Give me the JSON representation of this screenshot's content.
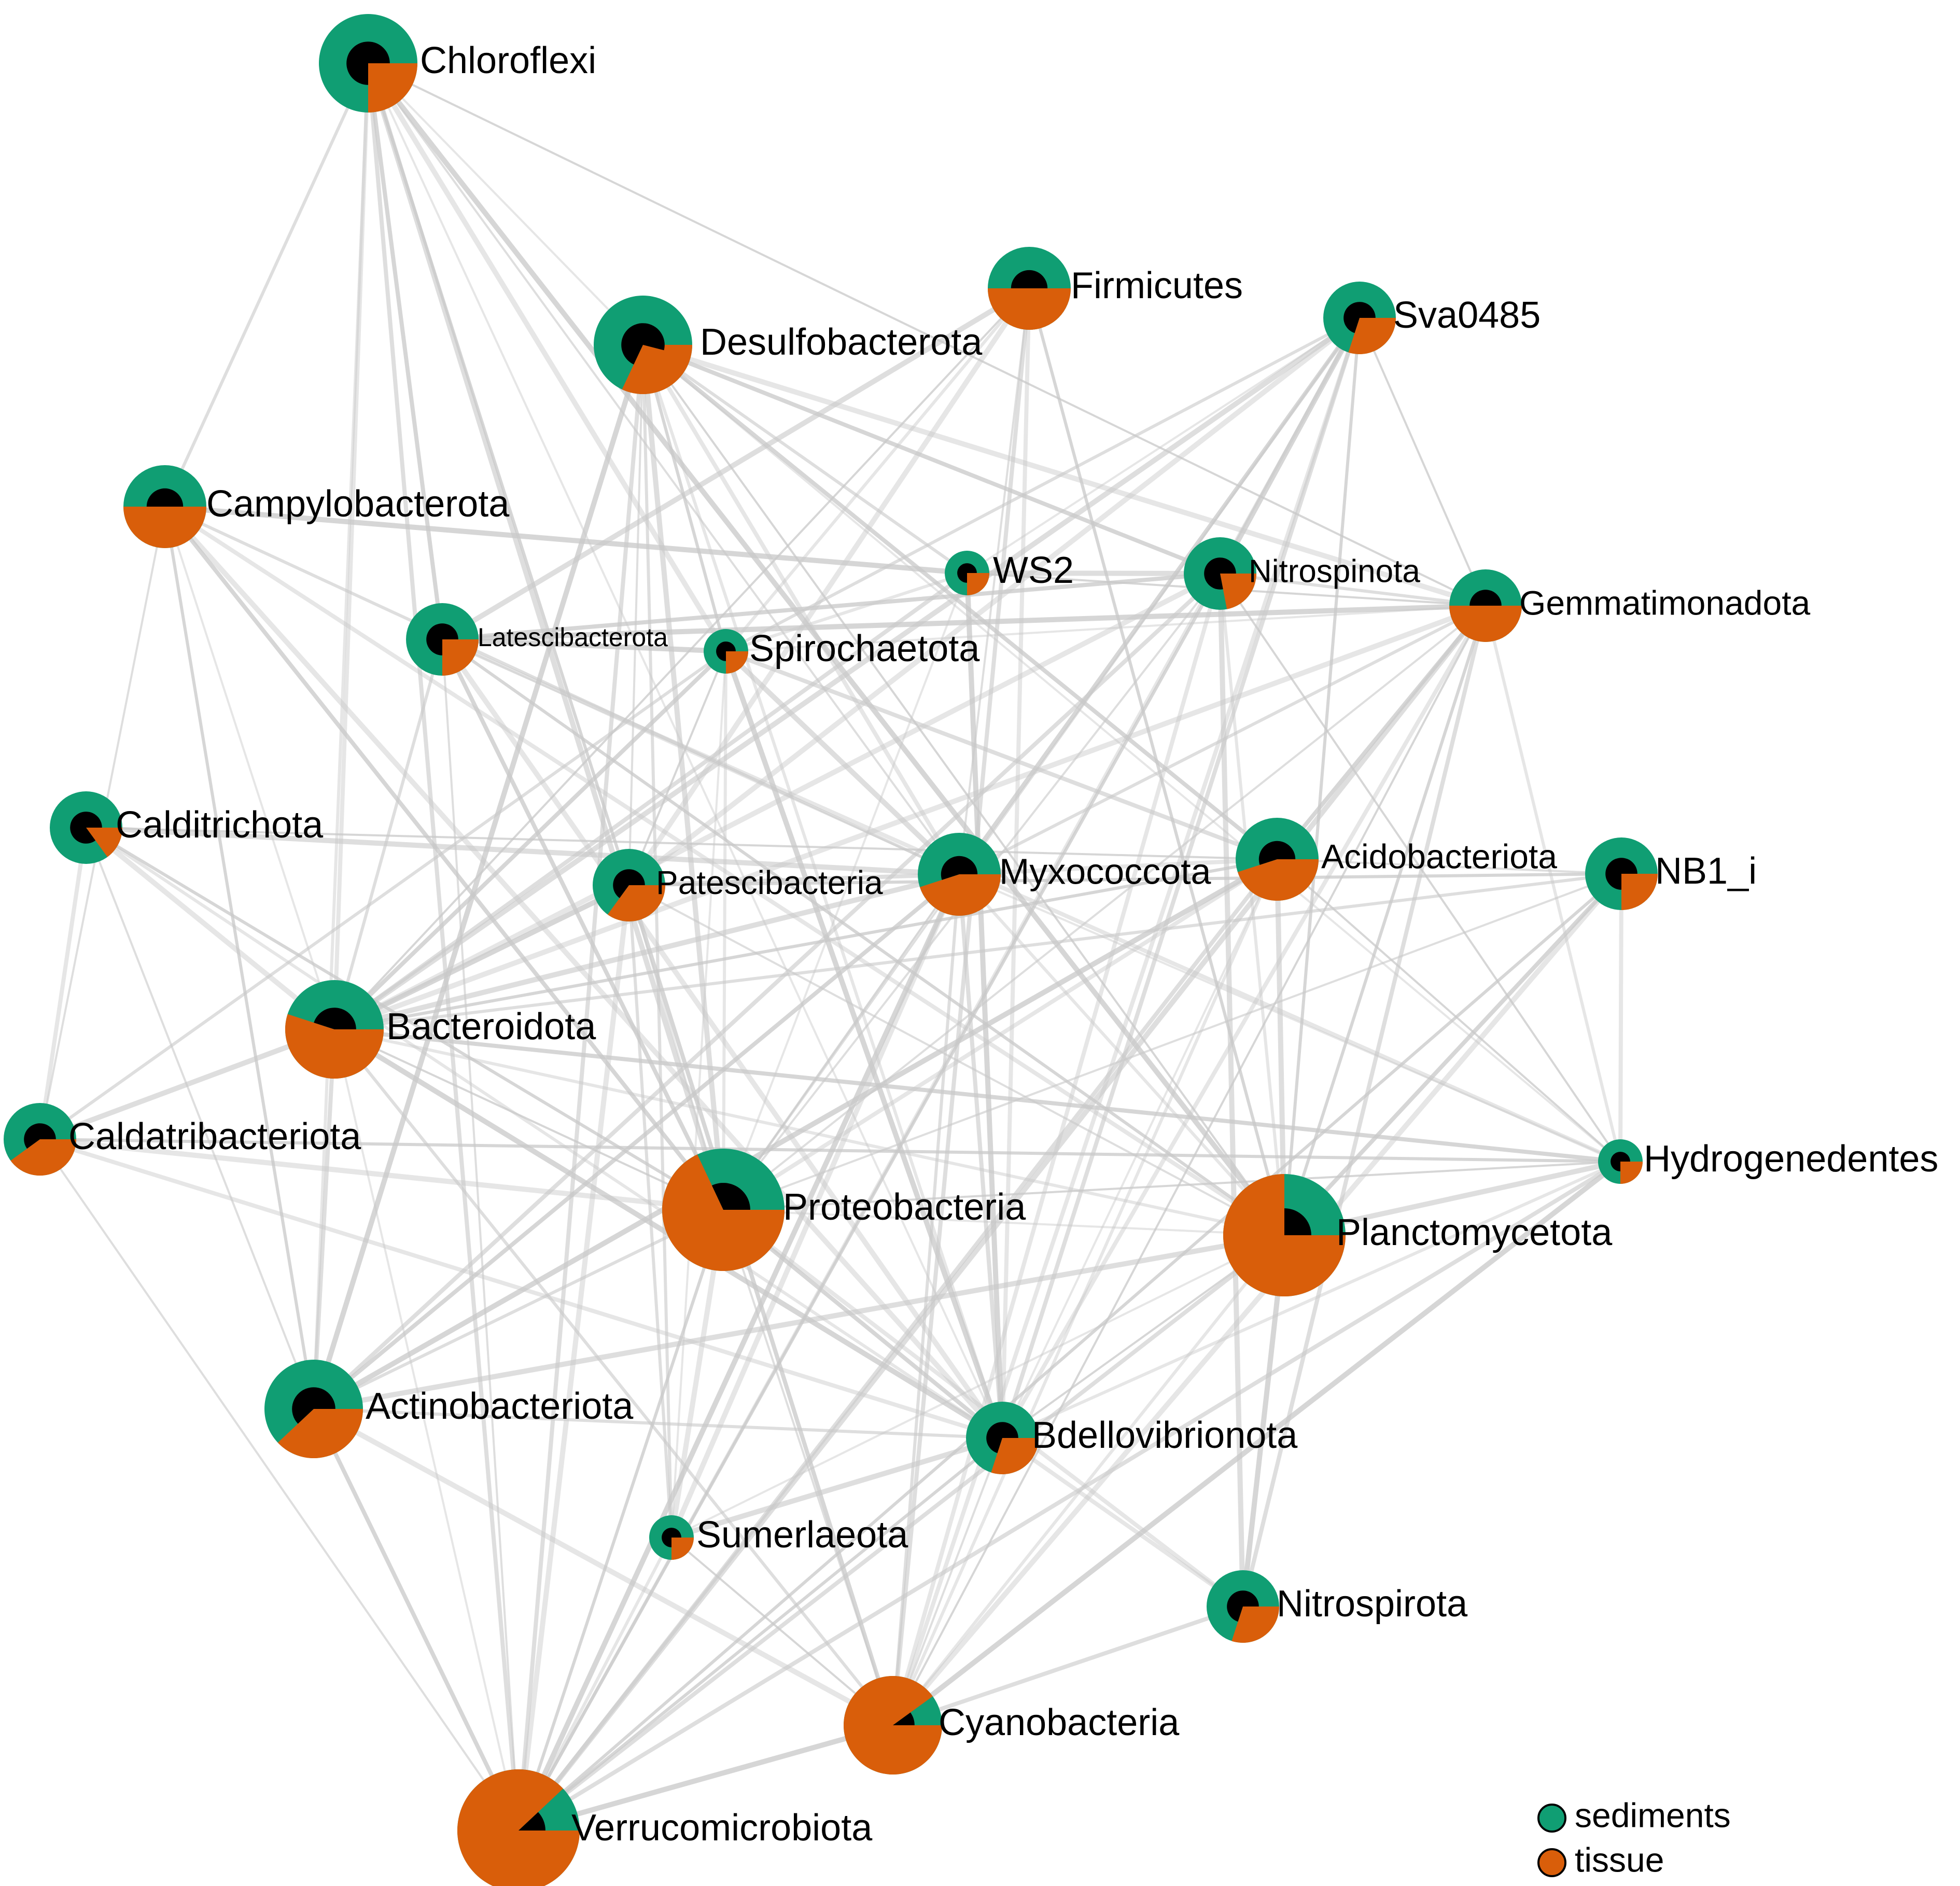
{
  "colors": {
    "sediments": "#109e73",
    "tissue": "#d95e0a",
    "center": "#000000",
    "edge": "#c8c8c8",
    "background": "#ffffff"
  },
  "legend": {
    "items": [
      {
        "label": "sediments",
        "color_key": "sediments"
      },
      {
        "label": "tissue",
        "color_key": "tissue"
      }
    ]
  },
  "nodes": [
    {
      "id": "chloroflexi",
      "label": "Chloroflexi",
      "tissue_fraction": 0.25,
      "center_fraction": 0.75,
      "size": "large"
    },
    {
      "id": "desulfobacterota",
      "label": "Desulfobacterota",
      "tissue_fraction": 0.32,
      "center_fraction": 0.72,
      "size": "large"
    },
    {
      "id": "firmicutes",
      "label": "Firmicutes",
      "tissue_fraction": 0.5,
      "center_fraction": 0.5,
      "size": "medium"
    },
    {
      "id": "sva0485",
      "label": "Sva0485",
      "tissue_fraction": 0.3,
      "center_fraction": 0.7,
      "size": "small"
    },
    {
      "id": "campylobacterota",
      "label": "Campylobacterota",
      "tissue_fraction": 0.5,
      "center_fraction": 0.5,
      "size": "medium"
    },
    {
      "id": "ws2",
      "label": "WS2",
      "tissue_fraction": 0.25,
      "center_fraction": 0.75,
      "size": "tiny"
    },
    {
      "id": "nitrospinota",
      "label": "Nitrospinota",
      "tissue_fraction": 0.22,
      "center_fraction": 0.78,
      "size": "small"
    },
    {
      "id": "gemmatimonadota",
      "label": "Gemmatimonadota",
      "tissue_fraction": 0.5,
      "center_fraction": 0.5,
      "size": "small"
    },
    {
      "id": "latescibacterota",
      "label": "Latescibacterota",
      "tissue_fraction": 0.25,
      "center_fraction": 0.75,
      "size": "small"
    },
    {
      "id": "spirochaetota",
      "label": "Spirochaetota",
      "tissue_fraction": 0.25,
      "center_fraction": 0.75,
      "size": "tiny"
    },
    {
      "id": "calditrichota",
      "label": "Calditrichota",
      "tissue_fraction": 0.15,
      "center_fraction": 0.85,
      "size": "small"
    },
    {
      "id": "patescibacteria",
      "label": "Patescibacteria",
      "tissue_fraction": 0.35,
      "center_fraction": 0.65,
      "size": "small"
    },
    {
      "id": "myxococcota",
      "label": "Myxococcota",
      "tissue_fraction": 0.45,
      "center_fraction": 0.55,
      "size": "medium"
    },
    {
      "id": "acidobacteriota",
      "label": "Acidobacteriota",
      "tissue_fraction": 0.45,
      "center_fraction": 0.55,
      "size": "medium"
    },
    {
      "id": "nb1_i",
      "label": "NB1_i",
      "tissue_fraction": 0.25,
      "center_fraction": 0.75,
      "size": "small"
    },
    {
      "id": "bacteroidota",
      "label": "Bacteroidota",
      "tissue_fraction": 0.55,
      "center_fraction": 0.45,
      "size": "large"
    },
    {
      "id": "caldatribacteriota",
      "label": "Caldatribacteriota",
      "tissue_fraction": 0.4,
      "center_fraction": 0.6,
      "size": "small"
    },
    {
      "id": "hydrogenedentes",
      "label": "Hydrogenedentes",
      "tissue_fraction": 0.25,
      "center_fraction": 0.75,
      "size": "tiny"
    },
    {
      "id": "proteobacteria",
      "label": "Proteobacteria",
      "tissue_fraction": 0.68,
      "center_fraction": 0.32,
      "size": "xlarge"
    },
    {
      "id": "planctomycetota",
      "label": "Planctomycetota",
      "tissue_fraction": 0.75,
      "center_fraction": 0.25,
      "size": "xlarge"
    },
    {
      "id": "actinobacteriota",
      "label": "Actinobacteriota",
      "tissue_fraction": 0.38,
      "center_fraction": 0.62,
      "size": "large"
    },
    {
      "id": "bdellovibrionota",
      "label": "Bdellovibrionota",
      "tissue_fraction": 0.3,
      "center_fraction": 0.7,
      "size": "small"
    },
    {
      "id": "sumerlaeota",
      "label": "Sumerlaeota",
      "tissue_fraction": 0.25,
      "center_fraction": 0.75,
      "size": "tiny"
    },
    {
      "id": "nitrospirota",
      "label": "Nitrospirota",
      "tissue_fraction": 0.3,
      "center_fraction": 0.7,
      "size": "small"
    },
    {
      "id": "cyanobacteria",
      "label": "Cyanobacteria",
      "tissue_fraction": 0.9,
      "center_fraction": 0.1,
      "size": "large"
    },
    {
      "id": "verrucomicrobiota",
      "label": "Verrucomicrobiota",
      "tissue_fraction": 0.88,
      "center_fraction": 0.12,
      "size": "xlarge"
    }
  ],
  "edges": [
    [
      "chloroflexi",
      "desulfobacterota"
    ],
    [
      "chloroflexi",
      "campylobacterota"
    ],
    [
      "chloroflexi",
      "latescibacterota"
    ],
    [
      "chloroflexi",
      "spirochaetota"
    ],
    [
      "chloroflexi",
      "myxococcota"
    ],
    [
      "chloroflexi",
      "patescibacteria"
    ],
    [
      "chloroflexi",
      "bacteroidota"
    ],
    [
      "chloroflexi",
      "proteobacteria"
    ],
    [
      "chloroflexi",
      "gemmatimonadota"
    ],
    [
      "chloroflexi",
      "actinobacteriota"
    ],
    [
      "chloroflexi",
      "verrucomicrobiota"
    ],
    [
      "chloroflexi",
      "planctomycetota"
    ],
    [
      "chloroflexi",
      "bdellovibrionota"
    ],
    [
      "desulfobacterota",
      "ws2"
    ],
    [
      "desulfobacterota",
      "nitrospinota"
    ],
    [
      "desulfobacterota",
      "gemmatimonadota"
    ],
    [
      "desulfobacterota",
      "patescibacteria"
    ],
    [
      "desulfobacterota",
      "spirochaetota"
    ],
    [
      "desulfobacterota",
      "myxococcota"
    ],
    [
      "desulfobacterota",
      "proteobacteria"
    ],
    [
      "desulfobacterota",
      "planctomycetota"
    ],
    [
      "desulfobacterota",
      "bdellovibrionota"
    ],
    [
      "desulfobacterota",
      "verrucomicrobiota"
    ],
    [
      "desulfobacterota",
      "actinobacteriota"
    ],
    [
      "desulfobacterota",
      "hydrogenedentes"
    ],
    [
      "desulfobacterota",
      "sumerlaeota"
    ],
    [
      "desulfobacterota",
      "acidobacteriota"
    ],
    [
      "firmicutes",
      "patescibacteria"
    ],
    [
      "firmicutes",
      "myxococcota"
    ],
    [
      "firmicutes",
      "planctomycetota"
    ],
    [
      "firmicutes",
      "bdellovibrionota"
    ],
    [
      "firmicutes",
      "latescibacterota"
    ],
    [
      "firmicutes",
      "bacteroidota"
    ],
    [
      "firmicutes",
      "spirochaetota"
    ],
    [
      "firmicutes",
      "cyanobacteria"
    ],
    [
      "sva0485",
      "nitrospinota"
    ],
    [
      "sva0485",
      "ws2"
    ],
    [
      "sva0485",
      "spirochaetota"
    ],
    [
      "sva0485",
      "myxococcota"
    ],
    [
      "sva0485",
      "patescibacteria"
    ],
    [
      "sva0485",
      "proteobacteria"
    ],
    [
      "sva0485",
      "planctomycetota"
    ],
    [
      "sva0485",
      "cyanobacteria"
    ],
    [
      "sva0485",
      "bacteroidota"
    ],
    [
      "sva0485",
      "gemmatimonadota"
    ],
    [
      "sva0485",
      "verrucomicrobiota"
    ],
    [
      "sva0485",
      "bdellovibrionota"
    ],
    [
      "campylobacterota",
      "ws2"
    ],
    [
      "campylobacterota",
      "bacteroidota"
    ],
    [
      "campylobacterota",
      "myxococcota"
    ],
    [
      "campylobacterota",
      "proteobacteria"
    ],
    [
      "campylobacterota",
      "bdellovibrionota"
    ],
    [
      "campylobacterota",
      "caldatribacteriota"
    ],
    [
      "campylobacterota",
      "actinobacteriota"
    ],
    [
      "campylobacterota",
      "planctomycetota"
    ],
    [
      "ws2",
      "nitrospinota"
    ],
    [
      "ws2",
      "gemmatimonadota"
    ],
    [
      "ws2",
      "spirochaetota"
    ],
    [
      "ws2",
      "bacteroidota"
    ],
    [
      "ws2",
      "bdellovibrionota"
    ],
    [
      "ws2",
      "proteobacteria"
    ],
    [
      "nitrospinota",
      "gemmatimonadota"
    ],
    [
      "nitrospinota",
      "latescibacterota"
    ],
    [
      "nitrospinota",
      "bacteroidota"
    ],
    [
      "nitrospinota",
      "proteobacteria"
    ],
    [
      "nitrospinota",
      "verrucomicrobiota"
    ],
    [
      "nitrospinota",
      "cyanobacteria"
    ],
    [
      "nitrospinota",
      "nitrospirota"
    ],
    [
      "nitrospinota",
      "hydrogenedentes"
    ],
    [
      "nitrospinota",
      "planctomycetota"
    ],
    [
      "nitrospinota",
      "actinobacteriota"
    ],
    [
      "gemmatimonadota",
      "latescibacterota"
    ],
    [
      "gemmatimonadota",
      "spirochaetota"
    ],
    [
      "gemmatimonadota",
      "myxococcota"
    ],
    [
      "gemmatimonadota",
      "acidobacteriota"
    ],
    [
      "gemmatimonadota",
      "bacteroidota"
    ],
    [
      "gemmatimonadota",
      "proteobacteria"
    ],
    [
      "gemmatimonadota",
      "planctomycetota"
    ],
    [
      "gemmatimonadota",
      "bdellovibrionota"
    ],
    [
      "gemmatimonadota",
      "verrucomicrobiota"
    ],
    [
      "gemmatimonadota",
      "cyanobacteria"
    ],
    [
      "gemmatimonadota",
      "hydrogenedentes"
    ],
    [
      "gemmatimonadota",
      "nitrospirota"
    ],
    [
      "latescibacterota",
      "spirochaetota"
    ],
    [
      "latescibacterota",
      "myxococcota"
    ],
    [
      "latescibacterota",
      "bacteroidota"
    ],
    [
      "latescibacterota",
      "proteobacteria"
    ],
    [
      "latescibacterota",
      "bdellovibrionota"
    ],
    [
      "latescibacterota",
      "verrucomicrobiota"
    ],
    [
      "latescibacterota",
      "planctomycetota"
    ],
    [
      "latescibacterota",
      "hydrogenedentes"
    ],
    [
      "spirochaetota",
      "myxococcota"
    ],
    [
      "spirochaetota",
      "patescibacteria"
    ],
    [
      "spirochaetota",
      "proteobacteria"
    ],
    [
      "spirochaetota",
      "acidobacteriota"
    ],
    [
      "spirochaetota",
      "bdellovibrionota"
    ],
    [
      "spirochaetota",
      "sumerlaeota"
    ],
    [
      "spirochaetota",
      "caldatribacteriota"
    ],
    [
      "spirochaetota",
      "bacteroidota"
    ],
    [
      "calditrichota",
      "bacteroidota"
    ],
    [
      "calditrichota",
      "actinobacteriota"
    ],
    [
      "calditrichota",
      "proteobacteria"
    ],
    [
      "calditrichota",
      "caldatribacteriota"
    ],
    [
      "calditrichota",
      "myxococcota"
    ],
    [
      "calditrichota",
      "acidobacteriota"
    ],
    [
      "calditrichota",
      "bdellovibrionota"
    ],
    [
      "patescibacteria",
      "myxococcota"
    ],
    [
      "patescibacteria",
      "bacteroidota"
    ],
    [
      "patescibacteria",
      "proteobacteria"
    ],
    [
      "patescibacteria",
      "sumerlaeota"
    ],
    [
      "patescibacteria",
      "cyanobacteria"
    ],
    [
      "patescibacteria",
      "verrucomicrobiota"
    ],
    [
      "patescibacteria",
      "planctomycetota"
    ],
    [
      "patescibacteria",
      "nb1_i"
    ],
    [
      "myxococcota",
      "acidobacteriota"
    ],
    [
      "myxococcota",
      "bacteroidota"
    ],
    [
      "myxococcota",
      "proteobacteria"
    ],
    [
      "myxococcota",
      "planctomycetota"
    ],
    [
      "myxococcota",
      "bdellovibrionota"
    ],
    [
      "myxococcota",
      "verrucomicrobiota"
    ],
    [
      "myxococcota",
      "hydrogenedentes"
    ],
    [
      "myxococcota",
      "cyanobacteria"
    ],
    [
      "myxococcota",
      "actinobacteriota"
    ],
    [
      "myxococcota",
      "sumerlaeota"
    ],
    [
      "acidobacteriota",
      "nb1_i"
    ],
    [
      "acidobacteriota",
      "bacteroidota"
    ],
    [
      "acidobacteriota",
      "proteobacteria"
    ],
    [
      "acidobacteriota",
      "planctomycetota"
    ],
    [
      "acidobacteriota",
      "hydrogenedentes"
    ],
    [
      "acidobacteriota",
      "cyanobacteria"
    ],
    [
      "acidobacteriota",
      "verrucomicrobiota"
    ],
    [
      "acidobacteriota",
      "actinobacteriota"
    ],
    [
      "acidobacteriota",
      "bdellovibrionota"
    ],
    [
      "nb1_i",
      "bacteroidota"
    ],
    [
      "nb1_i",
      "planctomycetota"
    ],
    [
      "nb1_i",
      "cyanobacteria"
    ],
    [
      "nb1_i",
      "proteobacteria"
    ],
    [
      "nb1_i",
      "verrucomicrobiota"
    ],
    [
      "nb1_i",
      "hydrogenedentes"
    ],
    [
      "bacteroidota",
      "caldatribacteriota"
    ],
    [
      "bacteroidota",
      "proteobacteria"
    ],
    [
      "bacteroidota",
      "planctomycetota"
    ],
    [
      "bacteroidota",
      "actinobacteriota"
    ],
    [
      "bacteroidota",
      "bdellovibrionota"
    ],
    [
      "bacteroidota",
      "verrucomicrobiota"
    ],
    [
      "bacteroidota",
      "cyanobacteria"
    ],
    [
      "bacteroidota",
      "hydrogenedentes"
    ],
    [
      "caldatribacteriota",
      "proteobacteria"
    ],
    [
      "caldatribacteriota",
      "verrucomicrobiota"
    ],
    [
      "caldatribacteriota",
      "hydrogenedentes"
    ],
    [
      "caldatribacteriota",
      "bdellovibrionota"
    ],
    [
      "hydrogenedentes",
      "planctomycetota"
    ],
    [
      "hydrogenedentes",
      "proteobacteria"
    ],
    [
      "hydrogenedentes",
      "bdellovibrionota"
    ],
    [
      "hydrogenedentes",
      "verrucomicrobiota"
    ],
    [
      "hydrogenedentes",
      "cyanobacteria"
    ],
    [
      "proteobacteria",
      "planctomycetota"
    ],
    [
      "proteobacteria",
      "actinobacteriota"
    ],
    [
      "proteobacteria",
      "bdellovibrionota"
    ],
    [
      "proteobacteria",
      "sumerlaeota"
    ],
    [
      "proteobacteria",
      "cyanobacteria"
    ],
    [
      "proteobacteria",
      "verrucomicrobiota"
    ],
    [
      "proteobacteria",
      "nitrospirota"
    ],
    [
      "planctomycetota",
      "actinobacteriota"
    ],
    [
      "planctomycetota",
      "bdellovibrionota"
    ],
    [
      "planctomycetota",
      "cyanobacteria"
    ],
    [
      "planctomycetota",
      "verrucomicrobiota"
    ],
    [
      "planctomycetota",
      "nitrospirota"
    ],
    [
      "planctomycetota",
      "sumerlaeota"
    ],
    [
      "actinobacteriota",
      "bdellovibrionota"
    ],
    [
      "actinobacteriota",
      "verrucomicrobiota"
    ],
    [
      "actinobacteriota",
      "cyanobacteria"
    ],
    [
      "bdellovibrionota",
      "cyanobacteria"
    ],
    [
      "bdellovibrionota",
      "verrucomicrobiota"
    ],
    [
      "bdellovibrionota",
      "nitrospirota"
    ],
    [
      "bdellovibrionota",
      "sumerlaeota"
    ],
    [
      "sumerlaeota",
      "cyanobacteria"
    ],
    [
      "sumerlaeota",
      "verrucomicrobiota"
    ],
    [
      "nitrospirota",
      "cyanobacteria"
    ],
    [
      "cyanobacteria",
      "verrucomicrobiota"
    ]
  ]
}
